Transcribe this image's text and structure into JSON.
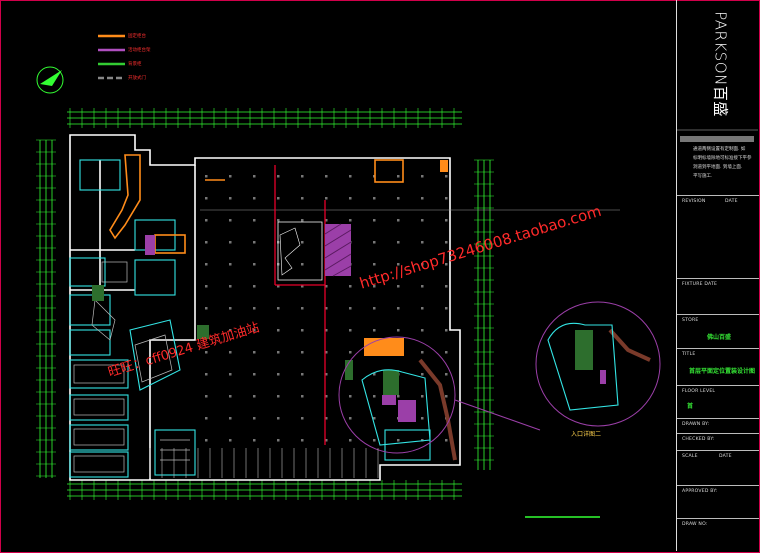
{
  "title_block": {
    "logo_text": "PARKSON百盛",
    "notes": [
      "通道两侧设置有定制面. 如",
      "标明标墙除地可标准接下平参",
      "洞道到平地面. 到墙上面.",
      "平写施工."
    ],
    "revision_label": "REVISION",
    "date_label": "DATE",
    "fixture_date_label": "FIXTURE DATE",
    "store_label": "STORE",
    "store_value": "佛山百盛",
    "title_label": "TITLE",
    "title_value": "首层平面定位置装设计图",
    "floor_label": "FLOOR LEVEL",
    "floor_value": "首",
    "drawn_label": "DRAWN BY:",
    "checked_label": "CHECKED BY:",
    "scale_label": "SCALE",
    "scale_date_label": "DATE",
    "approved_label": "APPROVED BY:",
    "drawing_no_label": "DRAW NO:"
  },
  "legend": [
    {
      "label": "固定柜台",
      "color": "#ff8c1a"
    },
    {
      "label": "活动柜台架",
      "color": "#b04fc0"
    },
    {
      "label": "背景柜",
      "color": "#33cc33"
    },
    {
      "label": "开放式门",
      "color": "#888888"
    }
  ],
  "watermarks": {
    "url": "http://shop73246008.taobao.com",
    "shop": "旺旺：cff0924 建筑加油站"
  },
  "entrance_label": "入口详图二",
  "colors": {
    "frame": "#d0004a",
    "dimension": "#33ff33",
    "wall": "#ffffff",
    "cyan": "#33e5e5",
    "red_axis": "#e8002a",
    "purple": "#9b3fa8",
    "orange": "#ff8c1a",
    "brown": "#7a3a2a"
  },
  "icons": [
    "north-arrow-icon"
  ]
}
